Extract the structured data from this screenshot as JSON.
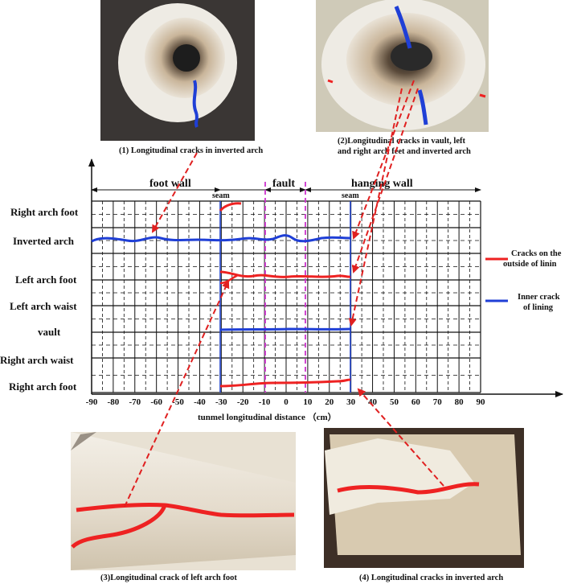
{
  "photos": [
    {
      "caption": [
        "(1) Longitudinal cracks in inverted arch"
      ]
    },
    {
      "caption": [
        "(2)Longitudinal cracks in vault, left",
        "and right arch feet and inverted arch"
      ]
    },
    {
      "caption": [
        "(3)Longitudinal crack of left arch foot"
      ]
    },
    {
      "caption": [
        "(4) Longitudinal cracks in inverted arch"
      ]
    }
  ],
  "zones": {
    "foot_wall": "foot wall",
    "fault": "fault",
    "hanging_wall": "hanging wall"
  },
  "seam_label": "seam",
  "rows": [
    "Right arch foot",
    "Inverted arch",
    "Left arch foot",
    "Left arch waist",
    "vault",
    "Right arch waist",
    "Right arch foot"
  ],
  "x_ticks": [
    -90,
    -80,
    -70,
    -60,
    -50,
    -40,
    -30,
    -20,
    -10,
    0,
    10,
    20,
    30,
    40,
    50,
    60,
    70,
    80,
    90
  ],
  "x_ticks_text": [
    "-90",
    "-80",
    "-70",
    "-60",
    "-50",
    "-40",
    "-30",
    "-20",
    "-10",
    "0",
    "10",
    "20",
    "30",
    "40",
    "50",
    "60",
    "70",
    "80",
    "90"
  ],
  "x_axis_title": "tunmel longitudinal distance （cm）",
  "legend": {
    "outside": [
      "Cracks on the",
      "outside of linin"
    ],
    "inner": [
      "Inner crack",
      "of lining"
    ]
  },
  "colors": {
    "outside_crack": "#ee2222",
    "inner_crack": "#1f3fd6",
    "fault_line": "#cc33cc",
    "seam_line": "#2244cc",
    "arrow": "#e02020"
  },
  "chart_data": {
    "type": "diagram",
    "x_range": [
      -90,
      90
    ],
    "seams_cm": [
      -30,
      30
    ],
    "fault_bounds_cm": [
      -10,
      10
    ],
    "cracks": [
      {
        "type": "outer",
        "row": "Right arch foot (top)",
        "x_range": [
          -30,
          -20
        ]
      },
      {
        "type": "inner",
        "row": "Inverted arch",
        "x_range": [
          -90,
          30
        ]
      },
      {
        "type": "outer",
        "row": "Left arch foot",
        "x_range": [
          -30,
          30
        ]
      },
      {
        "type": "inner",
        "row": "vault",
        "x_range": [
          -30,
          30
        ]
      },
      {
        "type": "outer",
        "row": "Right arch foot (bottom)",
        "x_range": [
          -30,
          30
        ]
      }
    ]
  }
}
